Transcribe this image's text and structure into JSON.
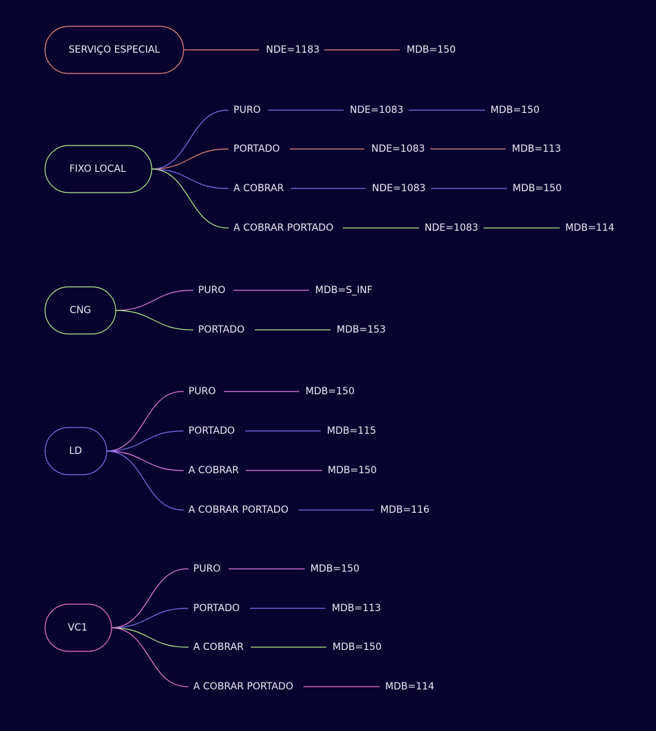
{
  "colors": {
    "background": "#08022e",
    "text": "#eceaf6",
    "orange": "#f08a7e",
    "blue": "#7a74f2",
    "green": "#b6ee8c",
    "pink": "#e97fe4",
    "magenta": "#ee79cc"
  },
  "groups": [
    {
      "label": "SERVIÇO ESPECIAL",
      "color": "orange",
      "branches": [
        {
          "label": "NDE=1183",
          "color": "orange",
          "children": [
            "MDB=150"
          ]
        }
      ]
    },
    {
      "label": "FIXO LOCAL",
      "color": "green",
      "branches": [
        {
          "label": "PURO",
          "color": "blue",
          "children": [
            "NDE=1083",
            "MDB=150"
          ]
        },
        {
          "label": "PORTADO",
          "color": "orange",
          "children": [
            "NDE=1083",
            "MDB=113"
          ]
        },
        {
          "label": "A COBRAR",
          "color": "blue",
          "children": [
            "NDE=1083",
            "MDB=150"
          ]
        },
        {
          "label": "A COBRAR PORTADO",
          "color": "green",
          "children": [
            "NDE=1083",
            "MDB=114"
          ]
        }
      ]
    },
    {
      "label": "CNG",
      "color": "green",
      "branches": [
        {
          "label": "PURO",
          "color": "pink",
          "children": [
            "MDB=S_INF"
          ]
        },
        {
          "label": "PORTADO",
          "color": "green",
          "children": [
            "MDB=153"
          ]
        }
      ]
    },
    {
      "label": "LD",
      "color": "blue",
      "branches": [
        {
          "label": "PURO",
          "color": "pink",
          "children": [
            "MDB=150"
          ]
        },
        {
          "label": "PORTADO",
          "color": "blue",
          "children": [
            "MDB=115"
          ]
        },
        {
          "label": "A COBRAR",
          "color": "pink",
          "children": [
            "MDB=150"
          ]
        },
        {
          "label": "A COBRAR PORTADO",
          "color": "blue",
          "children": [
            "MDB=116"
          ]
        }
      ]
    },
    {
      "label": "VC1",
      "color": "magenta",
      "branches": [
        {
          "label": "PURO",
          "color": "pink",
          "children": [
            "MDB=150"
          ]
        },
        {
          "label": "PORTADO",
          "color": "blue",
          "children": [
            "MDB=113"
          ]
        },
        {
          "label": "A COBRAR",
          "color": "green",
          "children": [
            "MDB=150"
          ]
        },
        {
          "label": "A COBRAR PORTADO",
          "color": "magenta",
          "children": [
            "MDB=114"
          ]
        }
      ]
    }
  ]
}
